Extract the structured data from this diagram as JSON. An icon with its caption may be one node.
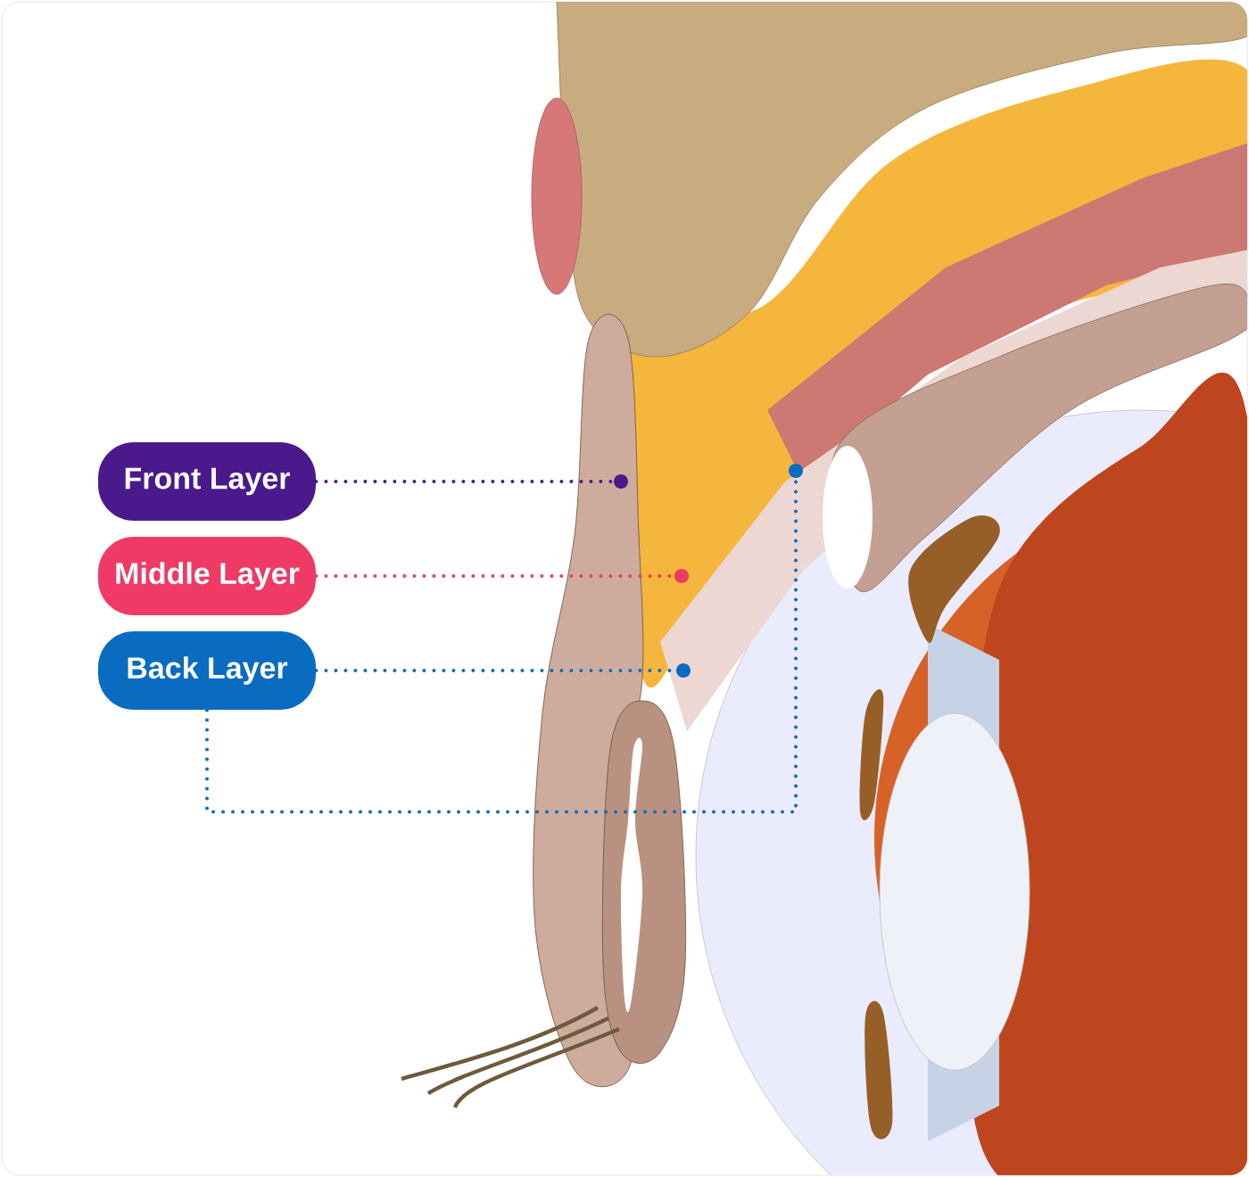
{
  "diagram": {
    "nodes": [
      {
        "text": [
          "Front Layer"
        ]
      },
      {
        "text": [
          "Middle Layer"
        ]
      },
      {
        "text": [
          "Back Layer"
        ]
      },
      {
        "text": [],
        "shape": "circle"
      },
      {
        "text": [],
        "shape": "circle"
      },
      {
        "text": [],
        "shape": "circle"
      },
      {
        "text": [],
        "shape": "circle"
      }
    ],
    "edges": [
      {
        "from": 0,
        "to": 3,
        "arrow": "none",
        "color": "#4a1a8c"
      },
      {
        "from": 1,
        "to": 4,
        "arrow": "none",
        "color": "#ee3a64"
      },
      {
        "from": 2,
        "to": 5,
        "arrow": "none",
        "color": "#0a6cc0"
      },
      {
        "from": 2,
        "to": 6,
        "arrow": "none",
        "color": "#0a6cc0"
      }
    ]
  }
}
